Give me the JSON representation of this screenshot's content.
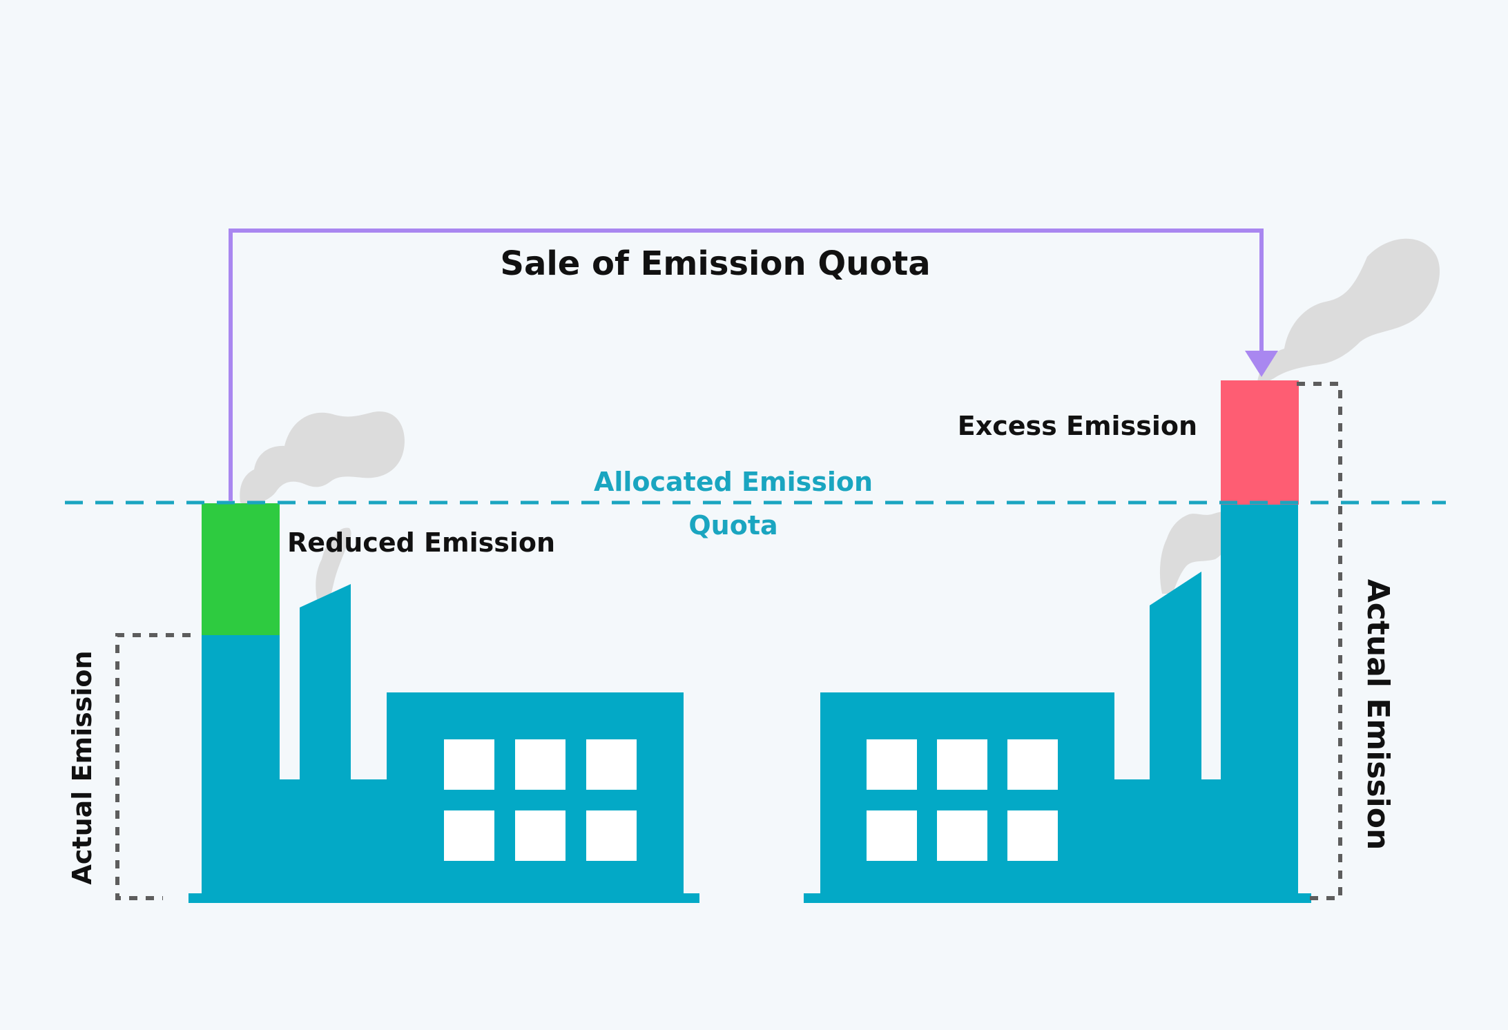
{
  "labels": {
    "sale_title": "Sale of Emission Quota",
    "quota_line1": "Allocated Emission",
    "quota_line2": "Quota",
    "reduced": "Reduced Emission",
    "excess": "Excess Emission",
    "actual_left": "Actual Emission",
    "actual_right": "Actual Emission"
  },
  "colors": {
    "background": "#f4f8fb",
    "factory": "#03a9c6",
    "window": "#ffffff",
    "reduced": "#2ecb40",
    "excess": "#fe5d73",
    "smoke": "#dcdcdc",
    "arrow": "#a987f0",
    "quota_line": "#1aa5c0",
    "bracket": "#5d5d5d",
    "text": "#111111"
  }
}
